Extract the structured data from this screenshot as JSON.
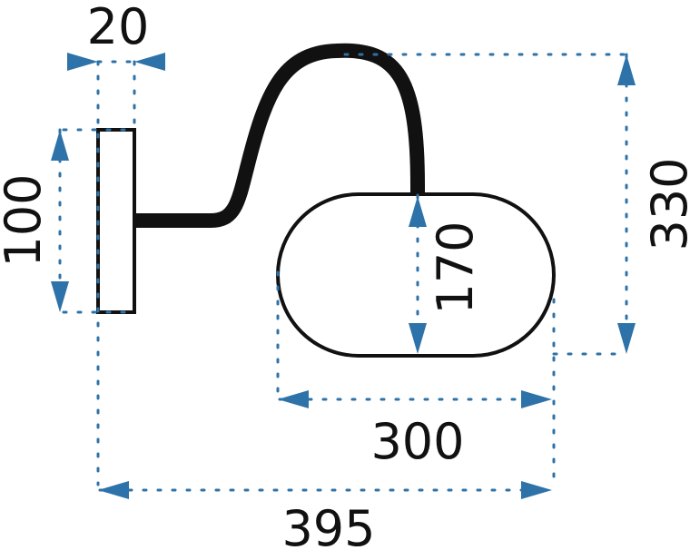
{
  "colors": {
    "dimension": "#2d72a8",
    "outline": "#111111",
    "background": "#ffffff"
  },
  "dimensions": {
    "bracket_width": "20",
    "bracket_height": "100",
    "shade_height": "170",
    "total_height": "330",
    "shade_width": "300",
    "total_width": "395"
  }
}
